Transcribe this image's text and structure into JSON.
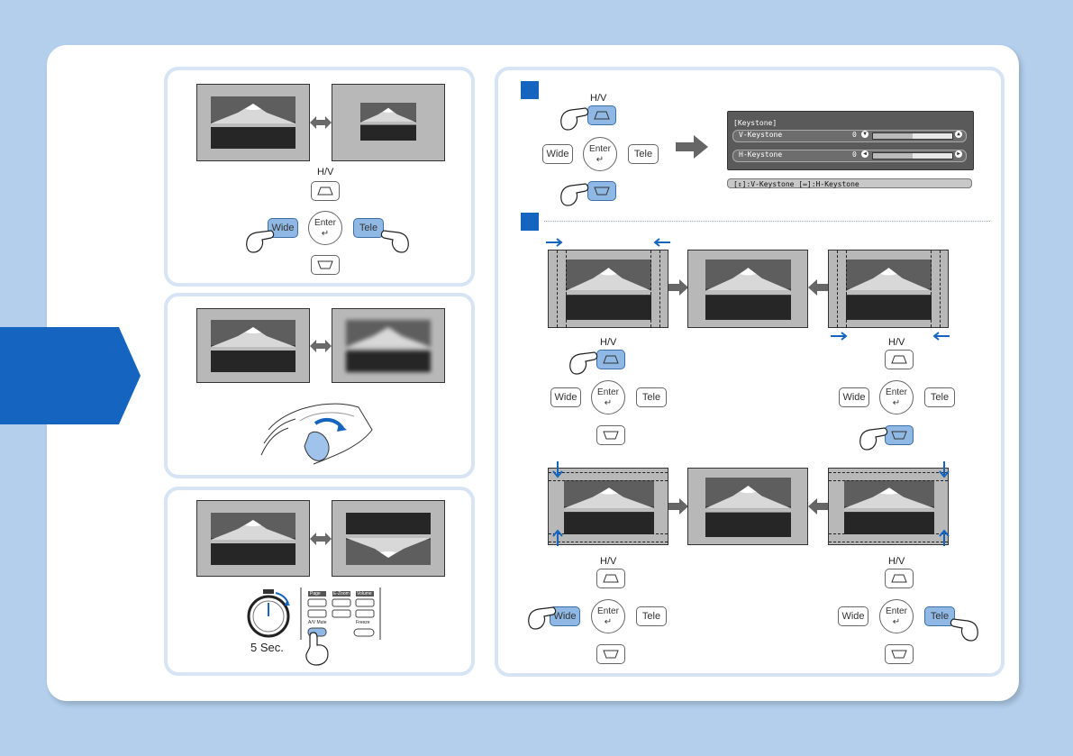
{
  "keys": {
    "hv_label": "H/V",
    "wide": "Wide",
    "tele": "Tele",
    "enter": "Enter"
  },
  "timer": {
    "label": "5 Sec."
  },
  "remote": {
    "page": "Page",
    "ezoom": "E-Zoom",
    "volume": "Volume",
    "av_mute": "A/V Mute",
    "freeze": "Freeze"
  },
  "osd": {
    "title": "[Keystone]",
    "v_label": "V-Keystone",
    "v_value": "0",
    "v_level": 0.5,
    "h_label": "H-Keystone",
    "h_value": "0",
    "h_level": 0.5,
    "hint_open": "[",
    "hint_v": "]:V-Keystone [",
    "hint_h": "]:H-Keystone"
  },
  "colors": {
    "accent": "#1565c0",
    "panel_border": "#d6e4f4",
    "background": "#b3cfec",
    "highlight": "#8fb8e4"
  }
}
